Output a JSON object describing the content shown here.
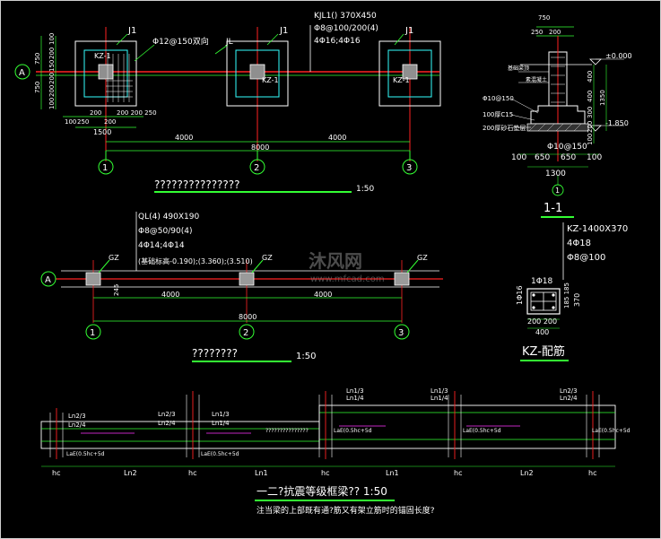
{
  "colors": {
    "bg": "#000000",
    "white": "#ffffff",
    "green": "#33ff33",
    "red": "#ff2222",
    "cyan": "#33ffff",
    "yellow": "#ffff33",
    "magenta": "#ff33ff"
  },
  "plan1": {
    "axis_a": "A",
    "j1": "J1",
    "jl": "JL",
    "kz1": "KZ-1",
    "rebar_note": "Φ12@150双向",
    "kjl_lines": [
      "KJL1() 370X450",
      "Φ8@100/200(4)",
      "4Φ16;4Φ16"
    ],
    "dims_left": [
      "100",
      "750",
      "200",
      "150",
      "200",
      "750",
      "200",
      "100"
    ],
    "dims_bottom_small": [
      "100",
      "250",
      "200",
      "200",
      "250"
    ],
    "dim_200_2": "200 200 250",
    "dim_1500": "1500",
    "dim_4000_a": "4000",
    "dim_4000_b": "4000",
    "dim_8000": "8000",
    "axes": [
      "1",
      "2",
      "3"
    ],
    "title": "???????????????",
    "scale": "1:50"
  },
  "section11": {
    "top_dims": [
      "750",
      "250",
      "200"
    ],
    "labels": [
      "基础梁顶",
      "素混凝土",
      "Φ10@150",
      "100厚C15",
      "200厚砂石垫层"
    ],
    "elev_top": "±0.000",
    "elev_bottom": "-1.850",
    "vert_dims": [
      "400",
      "1350",
      "400",
      "300",
      "200",
      "100"
    ],
    "bottom_note": "Φ10@150",
    "bottom_dims": [
      "100",
      "650",
      "650",
      "100"
    ],
    "dim_1300": "1300",
    "mark": "1",
    "title": "1-1"
  },
  "plan2": {
    "axis_a": "A",
    "ql_lines": [
      "QL(4) 490X190",
      "Φ8@50/90(4)",
      "4Φ14;4Φ14",
      "(基础标高-0.190);(3.360);(3.510)"
    ],
    "gz": "GZ",
    "dim_245": "245",
    "dim_4000_a": "4000",
    "dim_4000_b": "4000",
    "dim_8000": "8000",
    "axes": [
      "1",
      "2",
      "3"
    ],
    "title": "????????",
    "scale": "1:50"
  },
  "kz": {
    "lines": [
      "KZ-1400X370",
      "4Φ18",
      "Φ8@100"
    ],
    "top_note": "1Φ18",
    "left_note": "1Φ16",
    "dim_185": "185 185",
    "dim_370": "370",
    "dim_200": "200 200",
    "dim_400": "400",
    "title": "KZ-配筋"
  },
  "elevation": {
    "labels_ln": [
      "Ln2/3",
      "Ln2/4",
      "Ln2/3",
      "Ln2/4",
      "Ln1/3",
      "Ln1/4",
      "Ln1/3",
      "Ln1/4",
      "Ln1/3",
      "Ln1/4",
      "Ln2/3",
      "Ln2/4"
    ],
    "bottom_dims": [
      "hc",
      "Ln2",
      "hc",
      "Ln1",
      "hc",
      "Ln1",
      "hc",
      "Ln2",
      "hc"
    ],
    "lae_note": "LaE(0.5hc+5d",
    "mid_note": "???????????????",
    "title": "一二?抗震等级框梁?? 1:50",
    "note": "注当梁的上部既有通?筋又有架立筋时的锚固长度?"
  },
  "watermark": {
    "brand": "沐风网",
    "url": "www.mfcad.com"
  }
}
